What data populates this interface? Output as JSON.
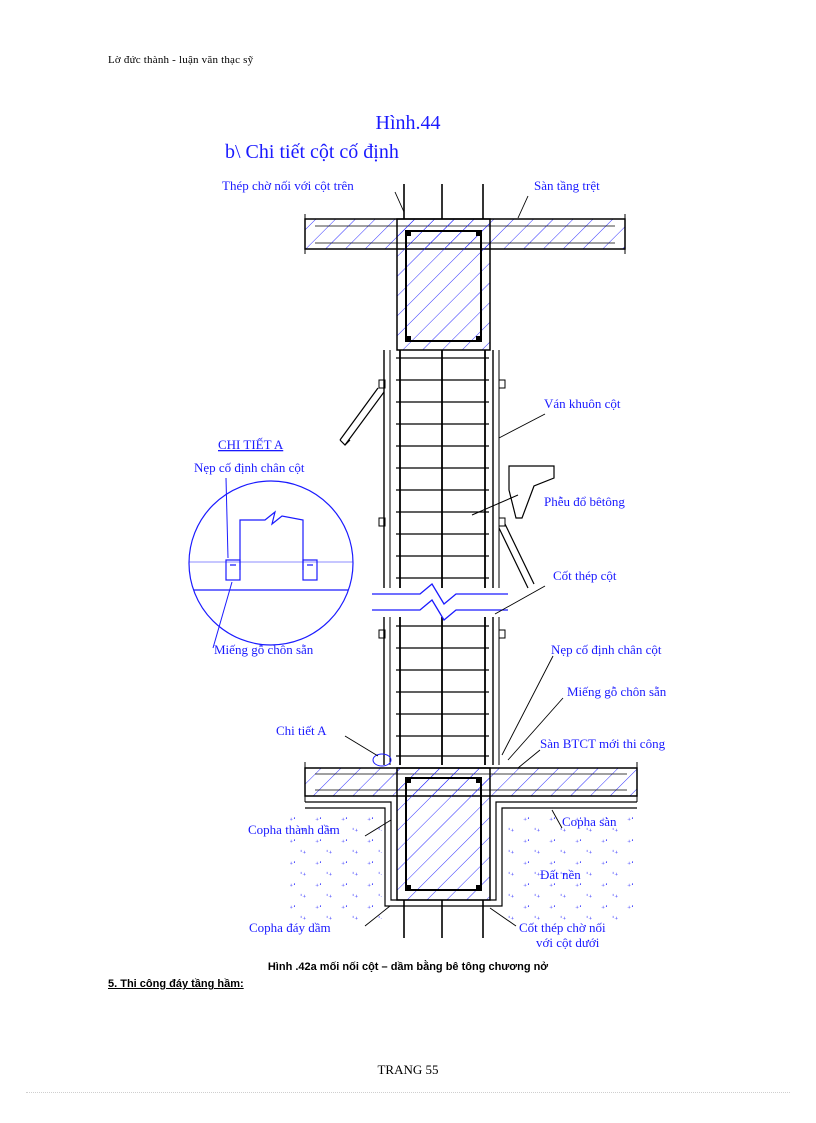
{
  "header": {
    "text": "Lờ đức thành - luận văn thạc sỹ"
  },
  "figure": {
    "title": "Hình.44",
    "subtitle": "b\\ Chi tiết cột cố định",
    "labels": {
      "starter_bars_upper": "Thép chờ nối với cột trên",
      "ground_floor_slab": "Sàn tầng trệt",
      "column_formwork": "Ván khuôn cột",
      "detail_a_title": "CHI TIẾT A",
      "detail_clamp": "Nẹp cố định chân cột",
      "concrete_hopper": "Phễu đổ bêtông",
      "column_rebar": "Cốt thép cột",
      "embedded_wood_detail": "Miếng gỗ chôn sẵn",
      "column_base_clamp": "Nẹp cố định chân cột",
      "embedded_wood": "Miếng gỗ chôn sẵn",
      "detail_a_ref": "Chi tiết A",
      "new_rc_slab": "Sàn BTCT mới thi công",
      "beam_side_formwork": "Copha thành dầm",
      "slab_formwork": "Copha sàn",
      "ground": "Đất nền",
      "beam_bottom_formwork": "Copha đáy dầm",
      "starter_bars_lower_1": "Cốt thép chờ nối",
      "starter_bars_lower_2": "với cột dưới"
    }
  },
  "caption": "Hình .42a mối nối cột – dầm bằng bê tông chương nở",
  "section_heading": "5. Thi công đáy tầng hầm:",
  "page_number": "TRANG 55"
}
